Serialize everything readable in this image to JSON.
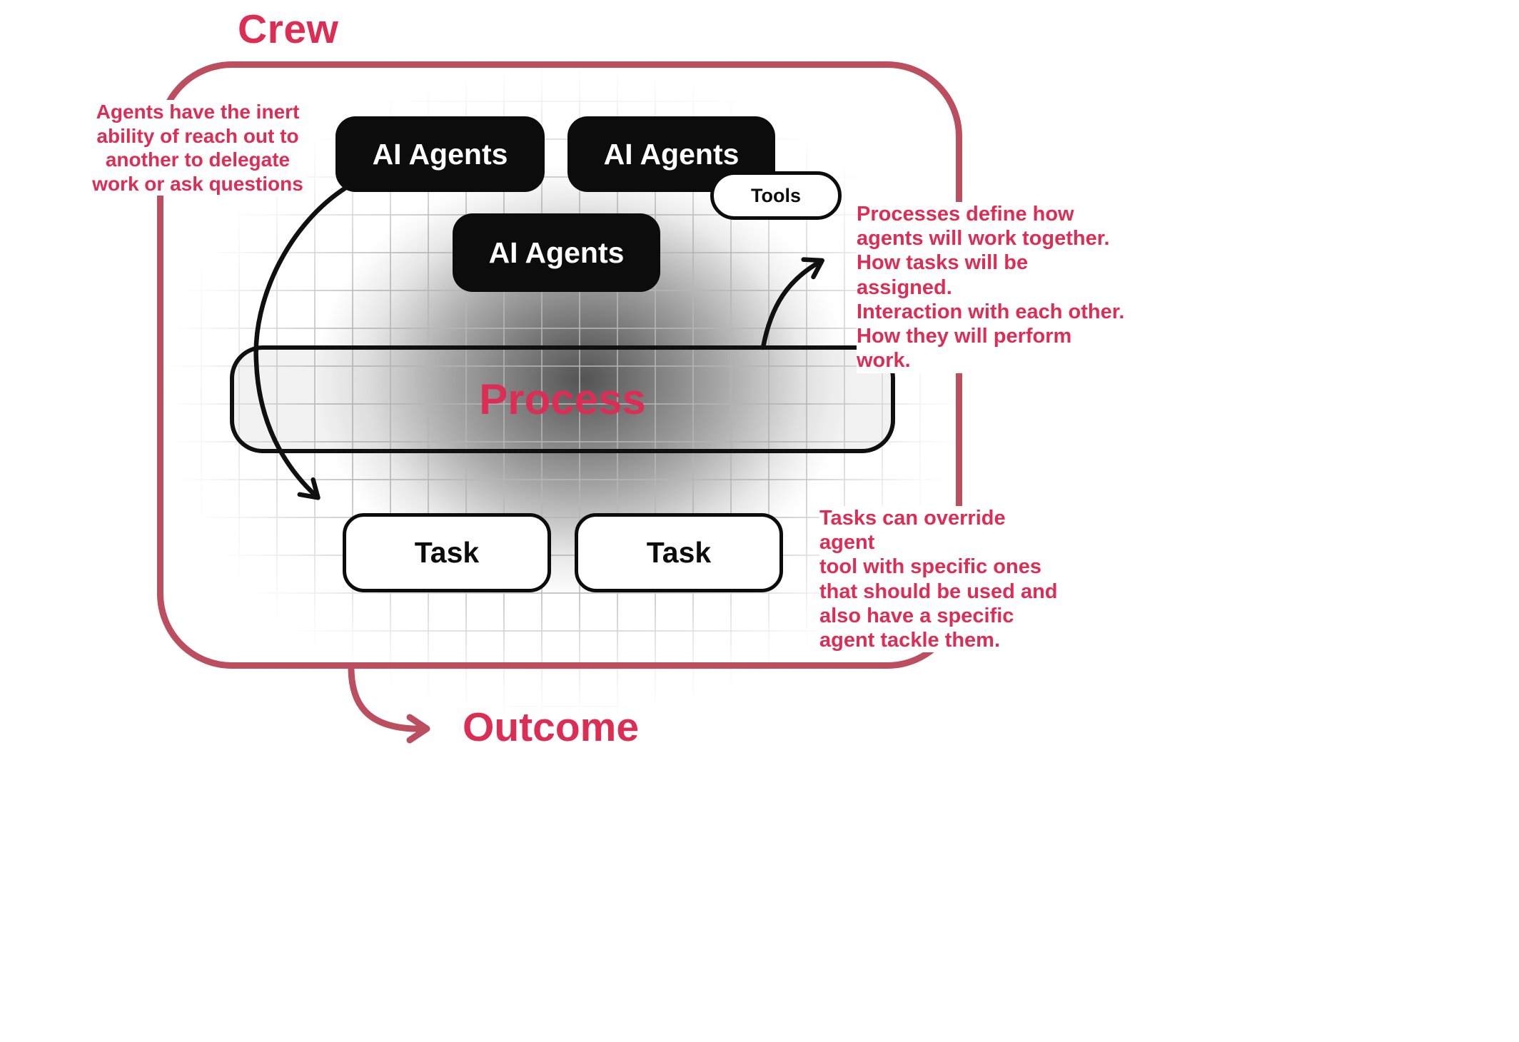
{
  "colors": {
    "accent": "#dc2e55",
    "frame": "#bb4f5f",
    "node_black": "#0c0c0c"
  },
  "frame": {
    "title": "Crew"
  },
  "annotations": {
    "agents_note": "Agents have the inert\nability of reach out to\nanother to delegate\nwork or ask questions",
    "process_note": "Processes define how\nagents will work together.\nHow tasks will be assigned.\nInteraction with each other.\nHow they will perform work.",
    "tasks_note": "Tasks can override agent\ntool with specific ones\nthat should be used and\nalso have a specific\nagent tackle them."
  },
  "nodes": {
    "agent_1": {
      "label": "AI Agents"
    },
    "agent_2": {
      "label": "AI Agents"
    },
    "agent_3": {
      "label": "AI Agents"
    },
    "tools": {
      "label": "Tools"
    },
    "process": {
      "label": "Process"
    },
    "task_1": {
      "label": "Task"
    },
    "task_2": {
      "label": "Task"
    }
  },
  "outcome": {
    "label": "Outcome"
  }
}
